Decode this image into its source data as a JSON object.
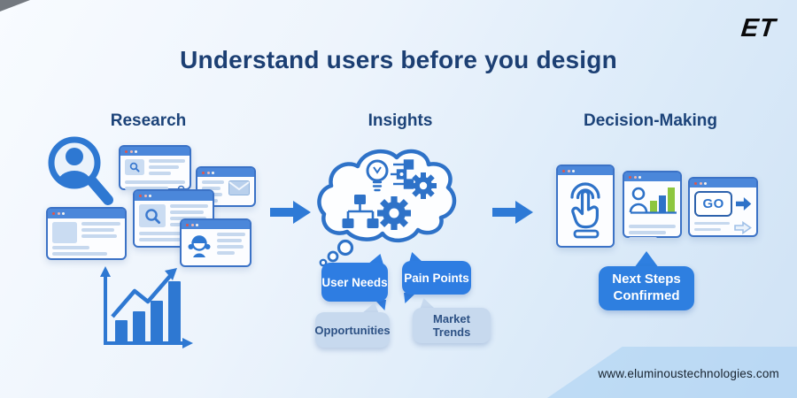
{
  "page": {
    "title": "Understand users before you design",
    "logo_text": "ET",
    "website": "www.eluminoustechnologies.com"
  },
  "sections": {
    "research": {
      "label": "Research"
    },
    "insights": {
      "label": "Insights"
    },
    "decision": {
      "label": "Decision-Making"
    }
  },
  "insight_bubbles": {
    "user_needs": "User Needs",
    "pain_points": "Pain Points",
    "opportunities": "Opportunities",
    "market_trends": "Market Trends"
  },
  "decision": {
    "go_button": "GO",
    "confirmation": {
      "line1": "Next Steps",
      "line2": "Confirmed"
    }
  },
  "icons": [
    "user-search-magnifier-icon",
    "browser-window-icon",
    "envelope-icon",
    "search-icon",
    "support-person-icon",
    "growth-bar-chart-icon",
    "thought-cloud-icon",
    "lightbulb-icon",
    "flowchart-icon",
    "gear-icon",
    "node-list-icon",
    "flow-arrow-icon",
    "tap-click-icon",
    "person-analytics-icon",
    "go-arrow-icon"
  ],
  "colors": {
    "primary_blue": "#2e78d2",
    "dark_navy": "#1c3f73",
    "bubble_blue": "#2e7de2",
    "bubble_light": "#c7d9ee",
    "green_accent": "#8dc63f",
    "window_header": "#4b87da",
    "background_light": "#eef5fc",
    "background_deep": "#cfe2f5"
  }
}
